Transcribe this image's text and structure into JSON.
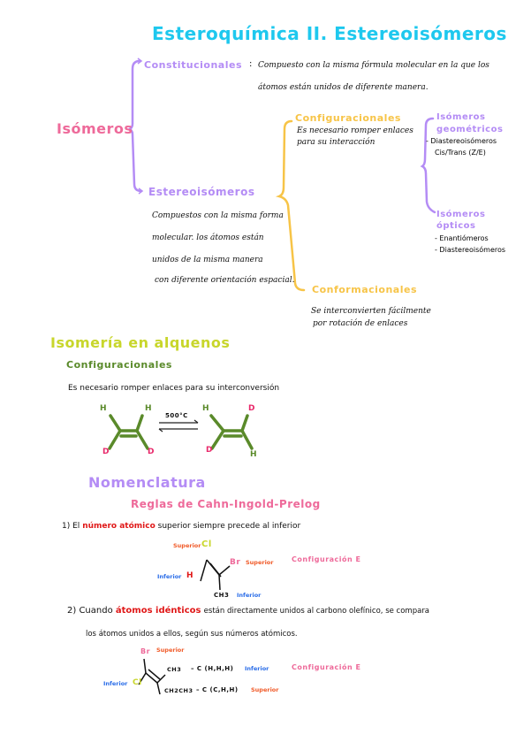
{
  "title": "Esteroquímica II. Estereoisómeros",
  "colors": {
    "title": "#1ec8ee",
    "purple": "#b48cf5",
    "pink": "#ee6a9a",
    "yellow": "#f7c447",
    "lime": "#c8d62b",
    "green": "#5a8a2a",
    "red": "#e01818",
    "blue": "#2a6de8",
    "orange": "#f05a28"
  },
  "map": {
    "root": "Isómeros",
    "constitucionales": {
      "label": "Constitucionales",
      "separator": ":",
      "text_1": "Compuesto con la misma fórmula molecular en la que los",
      "text_2": "átomos están unidos de diferente manera."
    },
    "estereoisomeros": {
      "label": "Estereoisómeros",
      "text": [
        "Compuestos con la misma forma",
        "molecular. los átomos están",
        "unidos de la misma manera",
        "con diferente orientación espacial."
      ]
    },
    "configuracionales": {
      "label": "Configuracionales",
      "text": [
        "Es necesario romper enlaces",
        "para su interacción"
      ]
    },
    "conformacionales": {
      "label": "Conformacionales",
      "text": [
        "Se interconvierten fácilmente",
        "por rotación de enlaces"
      ]
    },
    "geometricos": {
      "label_1": "Isómeros",
      "label_2": "geométricos",
      "items": [
        "- Diastereoisómeros",
        "Cis/Trans (Z/E)"
      ]
    },
    "opticos": {
      "label_1": "Isómeros",
      "label_2": "ópticos",
      "items": [
        "- Enantiómeros",
        "- Diastereoisómeros"
      ]
    }
  },
  "alquenos": {
    "heading": "Isomería en alquenos",
    "sub": "Configuracionales",
    "text": "Es necesario romper enlaces para su interconversión",
    "reaction": {
      "condition": "500°C",
      "left": {
        "tl": "H",
        "tr": "H",
        "bl": "D",
        "br": "D"
      },
      "right": {
        "tl": "H",
        "tr": "D",
        "bl": "D",
        "br": "H"
      }
    }
  },
  "nomenclatura": {
    "heading": "Nomenclatura",
    "sub": "Reglas de Cahn-Ingold-Prelog",
    "rule1": {
      "num": "1)",
      "pre": "El",
      "highlight": "número atómico",
      "post": "superior siempre precede al inferior"
    },
    "mol1": {
      "top": "Cl",
      "top_tag": "Superior",
      "right": "Br",
      "right_tag": "Superior",
      "left": "H",
      "left_tag": "Inferior",
      "bottom": "CH3",
      "bottom_tag": "Inferior",
      "result": "Configuración E"
    },
    "rule2": {
      "num": "2)",
      "pre": "Cuando",
      "highlight": "átomos idénticos",
      "post": "están directamente unidos al carbono olefínico, se compara",
      "line2": "los átomos unidos a ellos, según sus números atómicos."
    },
    "mol2": {
      "top": "Br",
      "top_tag": "Superior",
      "left": "Cl",
      "left_tag": "Inferior",
      "r1": "CH3",
      "r1_eq": "– C (H,H,H)",
      "r1_tag": "Inferior",
      "r2": "CH2CH3",
      "r2_eq": "– C (C,H,H)",
      "r2_tag": "Superior",
      "result": "Configuración E"
    }
  }
}
